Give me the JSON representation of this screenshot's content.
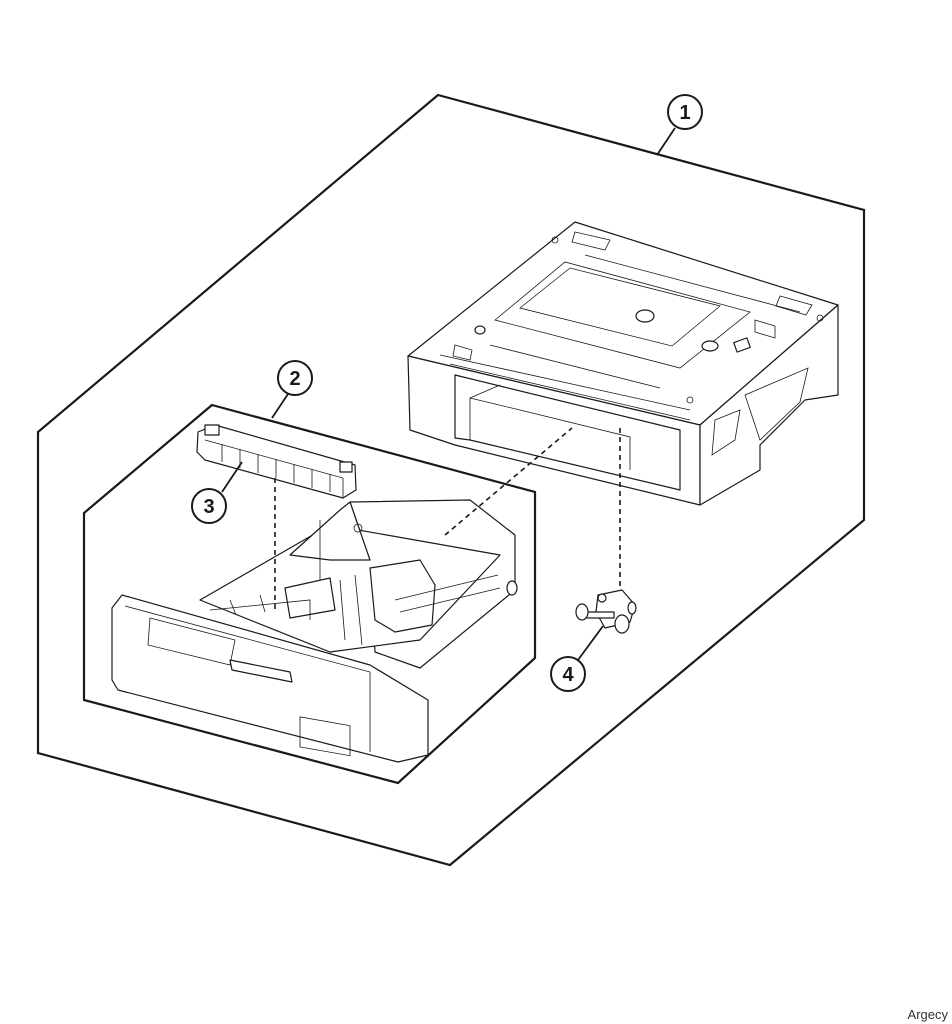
{
  "callouts": [
    {
      "id": "1",
      "label": "1"
    },
    {
      "id": "2",
      "label": "2"
    },
    {
      "id": "3",
      "label": "3"
    },
    {
      "id": "4",
      "label": "4"
    }
  ],
  "watermark": "Argecy",
  "colors": {
    "line": "#1a1a1a",
    "background": "#ffffff"
  }
}
